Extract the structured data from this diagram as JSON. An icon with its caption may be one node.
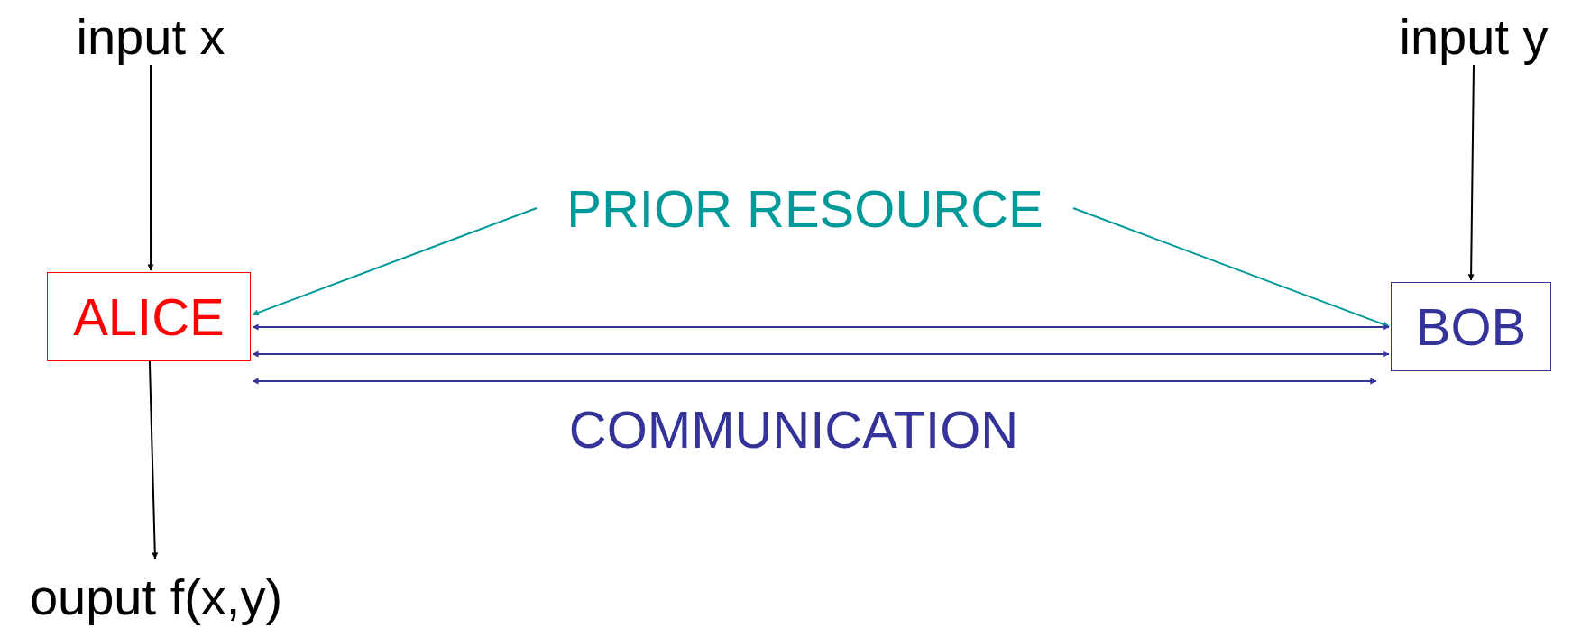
{
  "diagram": {
    "nodes": [
      {
        "text": [
          "input x"
        ]
      },
      {
        "text": [
          "input y"
        ]
      },
      {
        "text": [
          "PRIOR RESOURCE"
        ]
      },
      {
        "text": [
          "ALICE"
        ]
      },
      {
        "text": [
          "BOB"
        ]
      },
      {
        "text": [
          "ouput f(x,y)"
        ]
      }
    ],
    "edges": [
      {
        "from": 0,
        "to": 3,
        "arrow": "to"
      },
      {
        "from": 1,
        "to": 4,
        "arrow": "to"
      },
      {
        "from": 3,
        "to": 5,
        "arrow": "to"
      },
      {
        "from": 2,
        "to": 3,
        "arrow": "to",
        "color": "#009999"
      },
      {
        "from": 2,
        "to": 4,
        "arrow": "to",
        "color": "#009999"
      },
      {
        "from": 3,
        "to": 4,
        "arrow": "both",
        "color": "#333399"
      },
      {
        "from": 3,
        "to": 4,
        "arrow": "both",
        "color": "#333399"
      },
      {
        "from": 3,
        "to": 4,
        "arrow": "both",
        "color": "#333399"
      }
    ],
    "labels": [
      "COMMUNICATION"
    ]
  }
}
